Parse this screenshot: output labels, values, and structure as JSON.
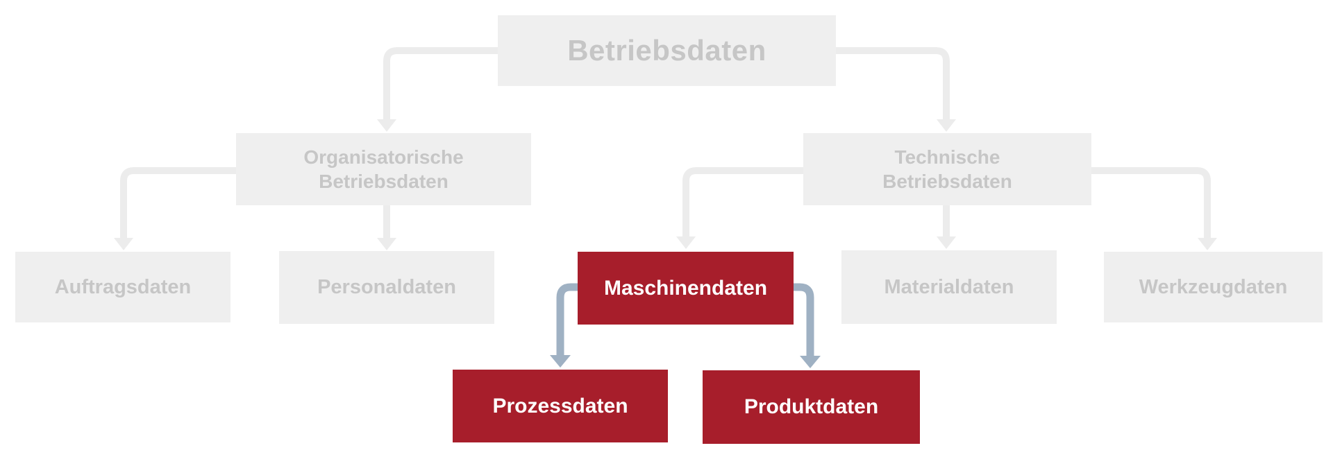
{
  "diagram": {
    "type": "hierarchy",
    "root": "Betriebsdaten",
    "nodes": {
      "betriebsdaten": {
        "label": "Betriebsdaten",
        "level": 1,
        "variant": "gray"
      },
      "organisatorische": {
        "label": "Organisatorische Betriebsdaten",
        "level": 2,
        "variant": "gray"
      },
      "technische": {
        "label": "Technische Betriebsdaten",
        "level": 2,
        "variant": "gray"
      },
      "auftragsdaten": {
        "label": "Auftragsdaten",
        "level": 3,
        "variant": "gray"
      },
      "personaldaten": {
        "label": "Personaldaten",
        "level": 3,
        "variant": "gray"
      },
      "maschinendaten": {
        "label": "Maschinendaten",
        "level": 3,
        "variant": "red"
      },
      "materialdaten": {
        "label": "Materialdaten",
        "level": 3,
        "variant": "gray"
      },
      "werkzeugdaten": {
        "label": "Werkzeugdaten",
        "level": 3,
        "variant": "gray"
      },
      "prozessdaten": {
        "label": "Prozessdaten",
        "level": 4,
        "variant": "red"
      },
      "produktdaten": {
        "label": "Produktdaten",
        "level": 4,
        "variant": "red"
      }
    },
    "edges": [
      {
        "from": "betriebsdaten",
        "to": "organisatorische",
        "color": "gray"
      },
      {
        "from": "betriebsdaten",
        "to": "technische",
        "color": "gray"
      },
      {
        "from": "organisatorische",
        "to": "auftragsdaten",
        "color": "gray"
      },
      {
        "from": "organisatorische",
        "to": "personaldaten",
        "color": "gray"
      },
      {
        "from": "technische",
        "to": "maschinendaten",
        "color": "gray"
      },
      {
        "from": "technische",
        "to": "materialdaten",
        "color": "gray"
      },
      {
        "from": "technische",
        "to": "werkzeugdaten",
        "color": "gray"
      },
      {
        "from": "maschinendaten",
        "to": "prozessdaten",
        "color": "blue"
      },
      {
        "from": "maschinendaten",
        "to": "produktdaten",
        "color": "blue"
      }
    ],
    "colors": {
      "box_gray": "#efefef",
      "text_gray": "#c6c6c6",
      "connector_gray": "#ececec",
      "box_red": "#a71e2b",
      "text_on_red": "#ffffff",
      "connector_blue": "#9fb1c3",
      "background": "#ffffff"
    }
  }
}
